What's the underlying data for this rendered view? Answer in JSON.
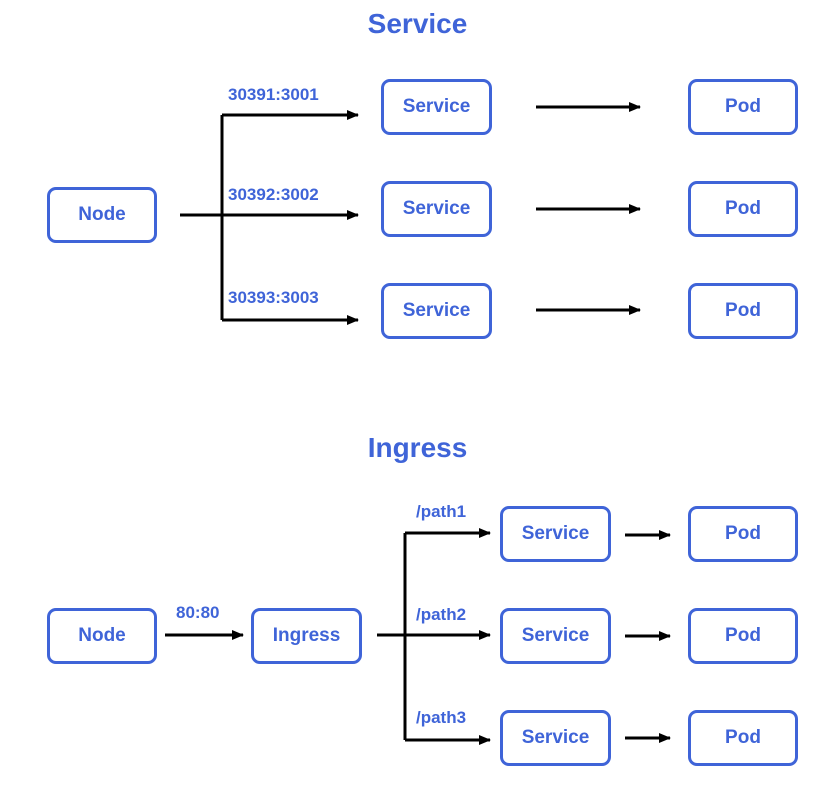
{
  "colors": {
    "accent": "#3f64d8",
    "arrow": "#000000",
    "background": "#ffffff"
  },
  "service_diagram": {
    "title": "Service",
    "node_label": "Node",
    "routes": [
      {
        "port": "30391:3001",
        "service": "Service",
        "pod": "Pod"
      },
      {
        "port": "30392:3002",
        "service": "Service",
        "pod": "Pod"
      },
      {
        "port": "30393:3003",
        "service": "Service",
        "pod": "Pod"
      }
    ]
  },
  "ingress_diagram": {
    "title": "Ingress",
    "node_label": "Node",
    "port": "80:80",
    "ingress_label": "Ingress",
    "routes": [
      {
        "path": "/path1",
        "service": "Service",
        "pod": "Pod"
      },
      {
        "path": "/path2",
        "service": "Service",
        "pod": "Pod"
      },
      {
        "path": "/path3",
        "service": "Service",
        "pod": "Pod"
      }
    ]
  }
}
